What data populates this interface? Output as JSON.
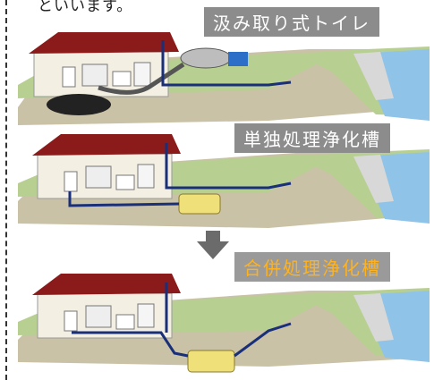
{
  "header": {
    "intro_tail": "といいます。"
  },
  "panels": [
    {
      "label": "汲み取り式トイレ",
      "label_color": "#ffffff"
    },
    {
      "label": "単独処理浄化槽",
      "label_color": "#ffffff"
    },
    {
      "label": "合併処理浄化槽",
      "label_color": "#ffb21e"
    }
  ],
  "colors": {
    "roof": "#8b1a1a",
    "ground": "#b8cf92",
    "soil": "#c9c2a6",
    "pipe": "#1a2f7a",
    "water": "#8fc4e8",
    "tank": "#f0e07a",
    "arrow": "#6b6b6b"
  }
}
